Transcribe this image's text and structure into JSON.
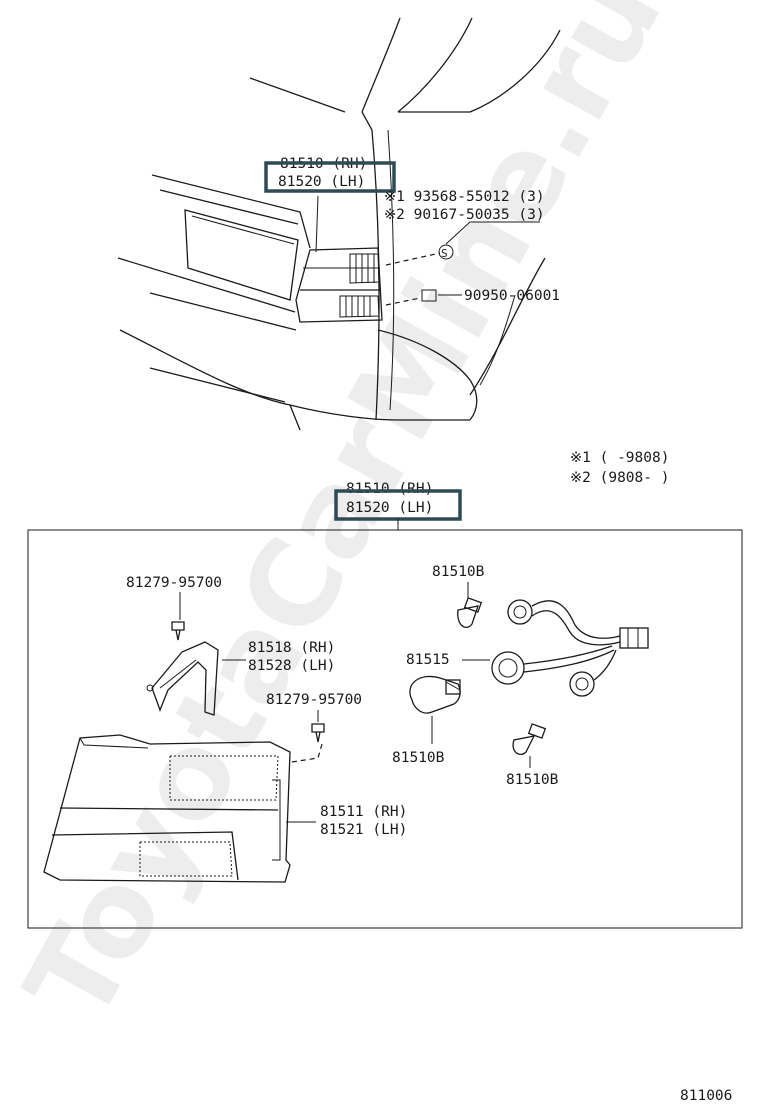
{
  "watermark": "ToyotaCarMine.ru",
  "top_view": {
    "part_rh": "81510 (RH)",
    "part_lh": "81520 (LH)",
    "fastener_1": "※1  93568-55012 (3)",
    "fastener_2": "※2  90167-50035 (3)",
    "fastener_symbol": "S",
    "clip_part": "90950-06001"
  },
  "legend": {
    "note_1": "※1 (     -9808)",
    "note_2": "※2 (9808-     )"
  },
  "exploded": {
    "part_rh": "81510 (RH)",
    "part_lh": "81520 (LH)",
    "screw_top": "81279-95700",
    "cover_rh": "81518 (RH)",
    "cover_lh": "81528 (LH)",
    "screw_mid": "81279-95700",
    "bulb_top": "81510B",
    "socket": "81515",
    "bulb_large": "81510B",
    "bulb_right": "81510B",
    "lens_rh": "81511 (RH)",
    "lens_lh": "81521 (LH)"
  },
  "figure_number": "811006",
  "colors": {
    "highlight_box": "#2e4a55"
  }
}
